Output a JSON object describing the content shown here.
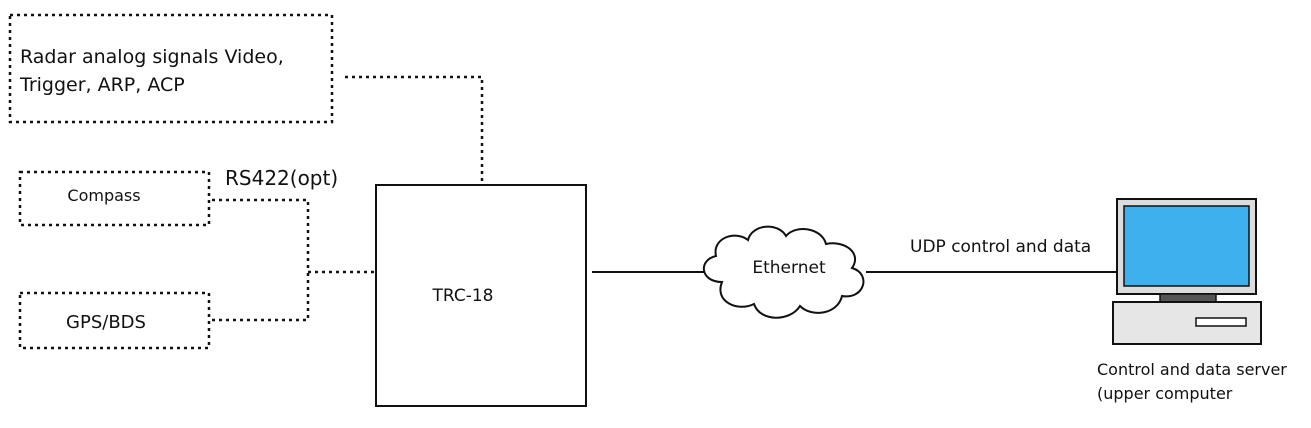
{
  "diagram": {
    "radar_box": {
      "line1": "Radar analog signals Video,",
      "line2": "Trigger, ARP, ACP"
    },
    "compass_box": {
      "label": "Compass"
    },
    "gps_box": {
      "label": "GPS/BDS"
    },
    "rs422_label": "RS422(opt)",
    "trc_box": {
      "label": "TRC-18"
    },
    "ethernet_cloud": {
      "label": "Ethernet"
    },
    "udp_label": "UDP control and data",
    "server": {
      "line1": "Control and data server",
      "line2": "(upper computer"
    },
    "colors": {
      "line": "#111111",
      "screen_fill": "#3fb0ee",
      "computer_body": "#e6e6e6",
      "monitor_frame": "#dcdcdc"
    }
  }
}
